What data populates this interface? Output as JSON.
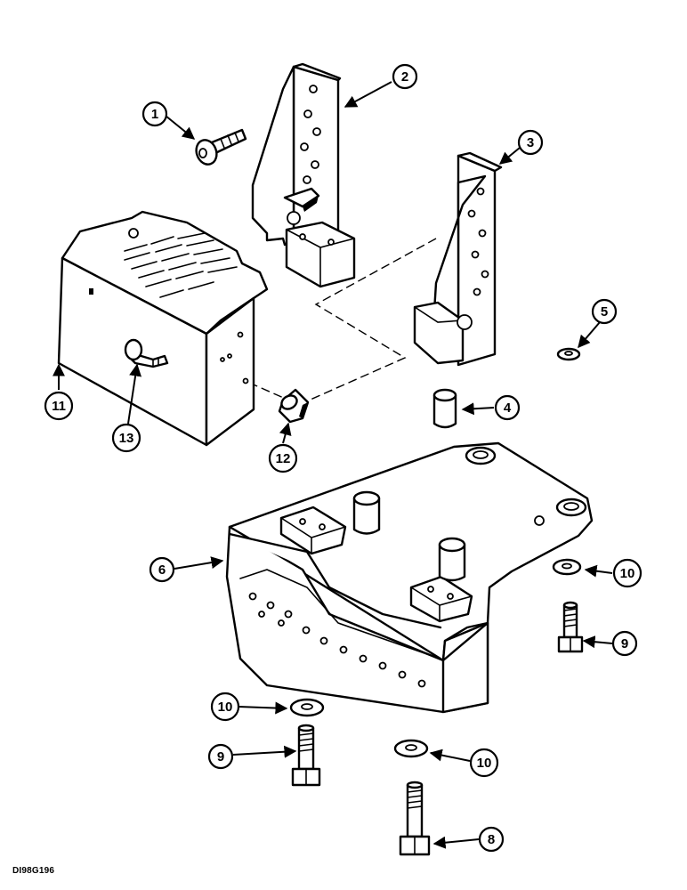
{
  "diagram": {
    "callouts": [
      {
        "key": "c1",
        "label": "1",
        "part": "socket-head-cap-screw"
      },
      {
        "key": "c2",
        "label": "2",
        "part": "left-support-bracket"
      },
      {
        "key": "c3",
        "label": "3",
        "part": "right-support-bracket"
      },
      {
        "key": "c4",
        "label": "4",
        "part": "spacer-bushing"
      },
      {
        "key": "c5",
        "label": "5",
        "part": "small-washer"
      },
      {
        "key": "c6",
        "label": "6",
        "part": "base-housing"
      },
      {
        "key": "c7",
        "label": "10",
        "part": "washer-right"
      },
      {
        "key": "c8",
        "label": "9",
        "part": "bolt-right"
      },
      {
        "key": "c9",
        "label": "10",
        "part": "washer-left"
      },
      {
        "key": "c10",
        "label": "9",
        "part": "bolt-left"
      },
      {
        "key": "c11",
        "label": "10",
        "part": "washer-bottom"
      },
      {
        "key": "c12",
        "label": "8",
        "part": "long-bolt"
      },
      {
        "key": "c13",
        "label": "11",
        "part": "vented-cover"
      },
      {
        "key": "c14",
        "label": "13",
        "part": "cover-bolt"
      },
      {
        "key": "c15",
        "label": "12",
        "part": "cover-bushing"
      }
    ],
    "drawing_code": "DI98G196"
  }
}
